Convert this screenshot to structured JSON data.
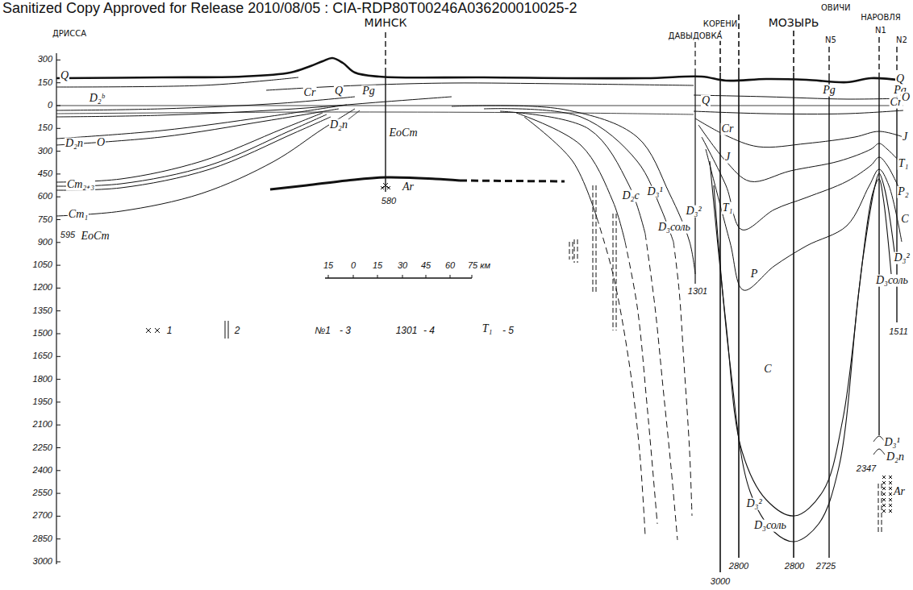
{
  "diagram": {
    "labels": [
      "Sanitized Copy Approved for Release 2010/08/05 : CIA-RDP80T00246A036200010025-2",
      "ОВИЧИ",
      "КОРЕНИ",
      "ДРИССА",
      "МИНСК",
      "ДАВЫДОВКА",
      "МОЗЫРЬ",
      "НАРОВЛЯ",
      "N1",
      "N5",
      "N2",
      "300",
      "150",
      "0",
      "150",
      "300",
      "450",
      "600",
      "750",
      "900",
      "1050",
      "1200",
      "1350",
      "1500",
      "1650",
      "1800",
      "1950",
      "2100",
      "2250",
      "2400",
      "2550",
      "2700",
      "2850",
      "3000",
      "Q",
      "D₂ᵇ",
      "D₂n",
      "O",
      "Cm₂₊₃",
      "Cm₁",
      "595",
      "EoCm",
      "Cr",
      "Q",
      "Pg",
      "D₂n",
      "EoCm",
      "Ar",
      "580",
      "D₂c",
      "D₃¹",
      "D₃соль",
      "D₃²",
      "1301",
      "Q",
      "Pg",
      "Cr",
      "J",
      "T₁",
      "P",
      "C",
      "D₃²",
      "D₃соль",
      "3000",
      "2800",
      "2800",
      "2725",
      "D₃¹",
      "D₂n",
      "2347",
      "Ar",
      "Q",
      "Pg",
      "Cr",
      "O",
      "J",
      "T₁",
      "P₂",
      "C",
      "D₃²",
      "D₃соль",
      "1511",
      "15",
      "0",
      "15",
      "30",
      "45",
      "60",
      "75 км",
      "№1",
      "1301",
      "T₁"
    ],
    "legend": [
      {
        "text": "1"
      },
      {
        "text": "2"
      },
      {
        "text": "- 3"
      },
      {
        "text": "- 4"
      },
      {
        "text": "- 5"
      }
    ]
  }
}
